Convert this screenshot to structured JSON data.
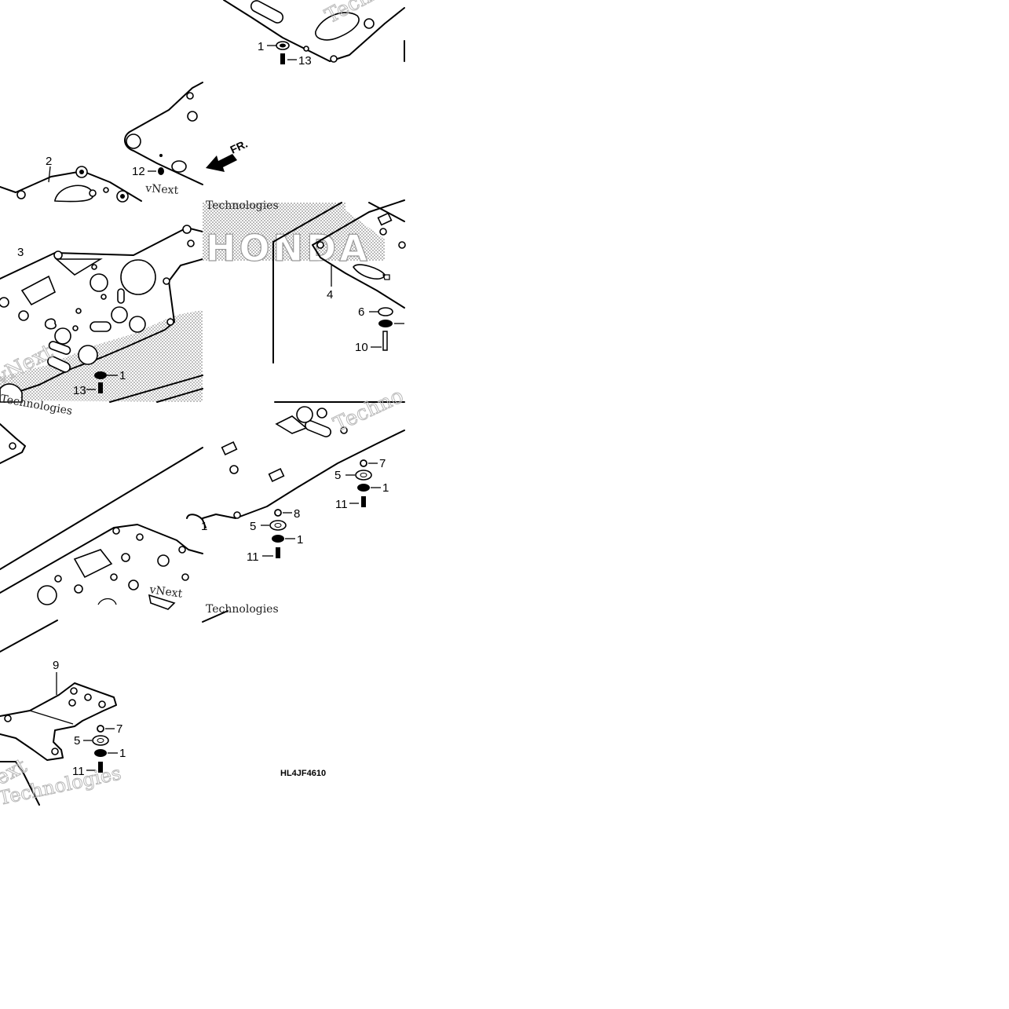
{
  "diagram": {
    "code": "HL4JF4610",
    "direction_label": "FR.",
    "watermark": [
      "vNext",
      "Technologies",
      "HONDA"
    ],
    "callouts": {
      "c1a": "1",
      "c13a": "13",
      "c2": "2",
      "c12": "12",
      "c3": "3",
      "c1b": "1",
      "c13b": "13",
      "c4": "4",
      "c6": "6",
      "c10": "10",
      "c7a": "7",
      "c5a": "5",
      "c1c": "1",
      "c11a": "11",
      "c8": "8",
      "c5b": "5",
      "c1d": "1",
      "c11b": "11",
      "c1e": "1",
      "c9": "9",
      "c7b": "7",
      "c5c": "5",
      "c1f": "1",
      "c11c": "11"
    }
  }
}
